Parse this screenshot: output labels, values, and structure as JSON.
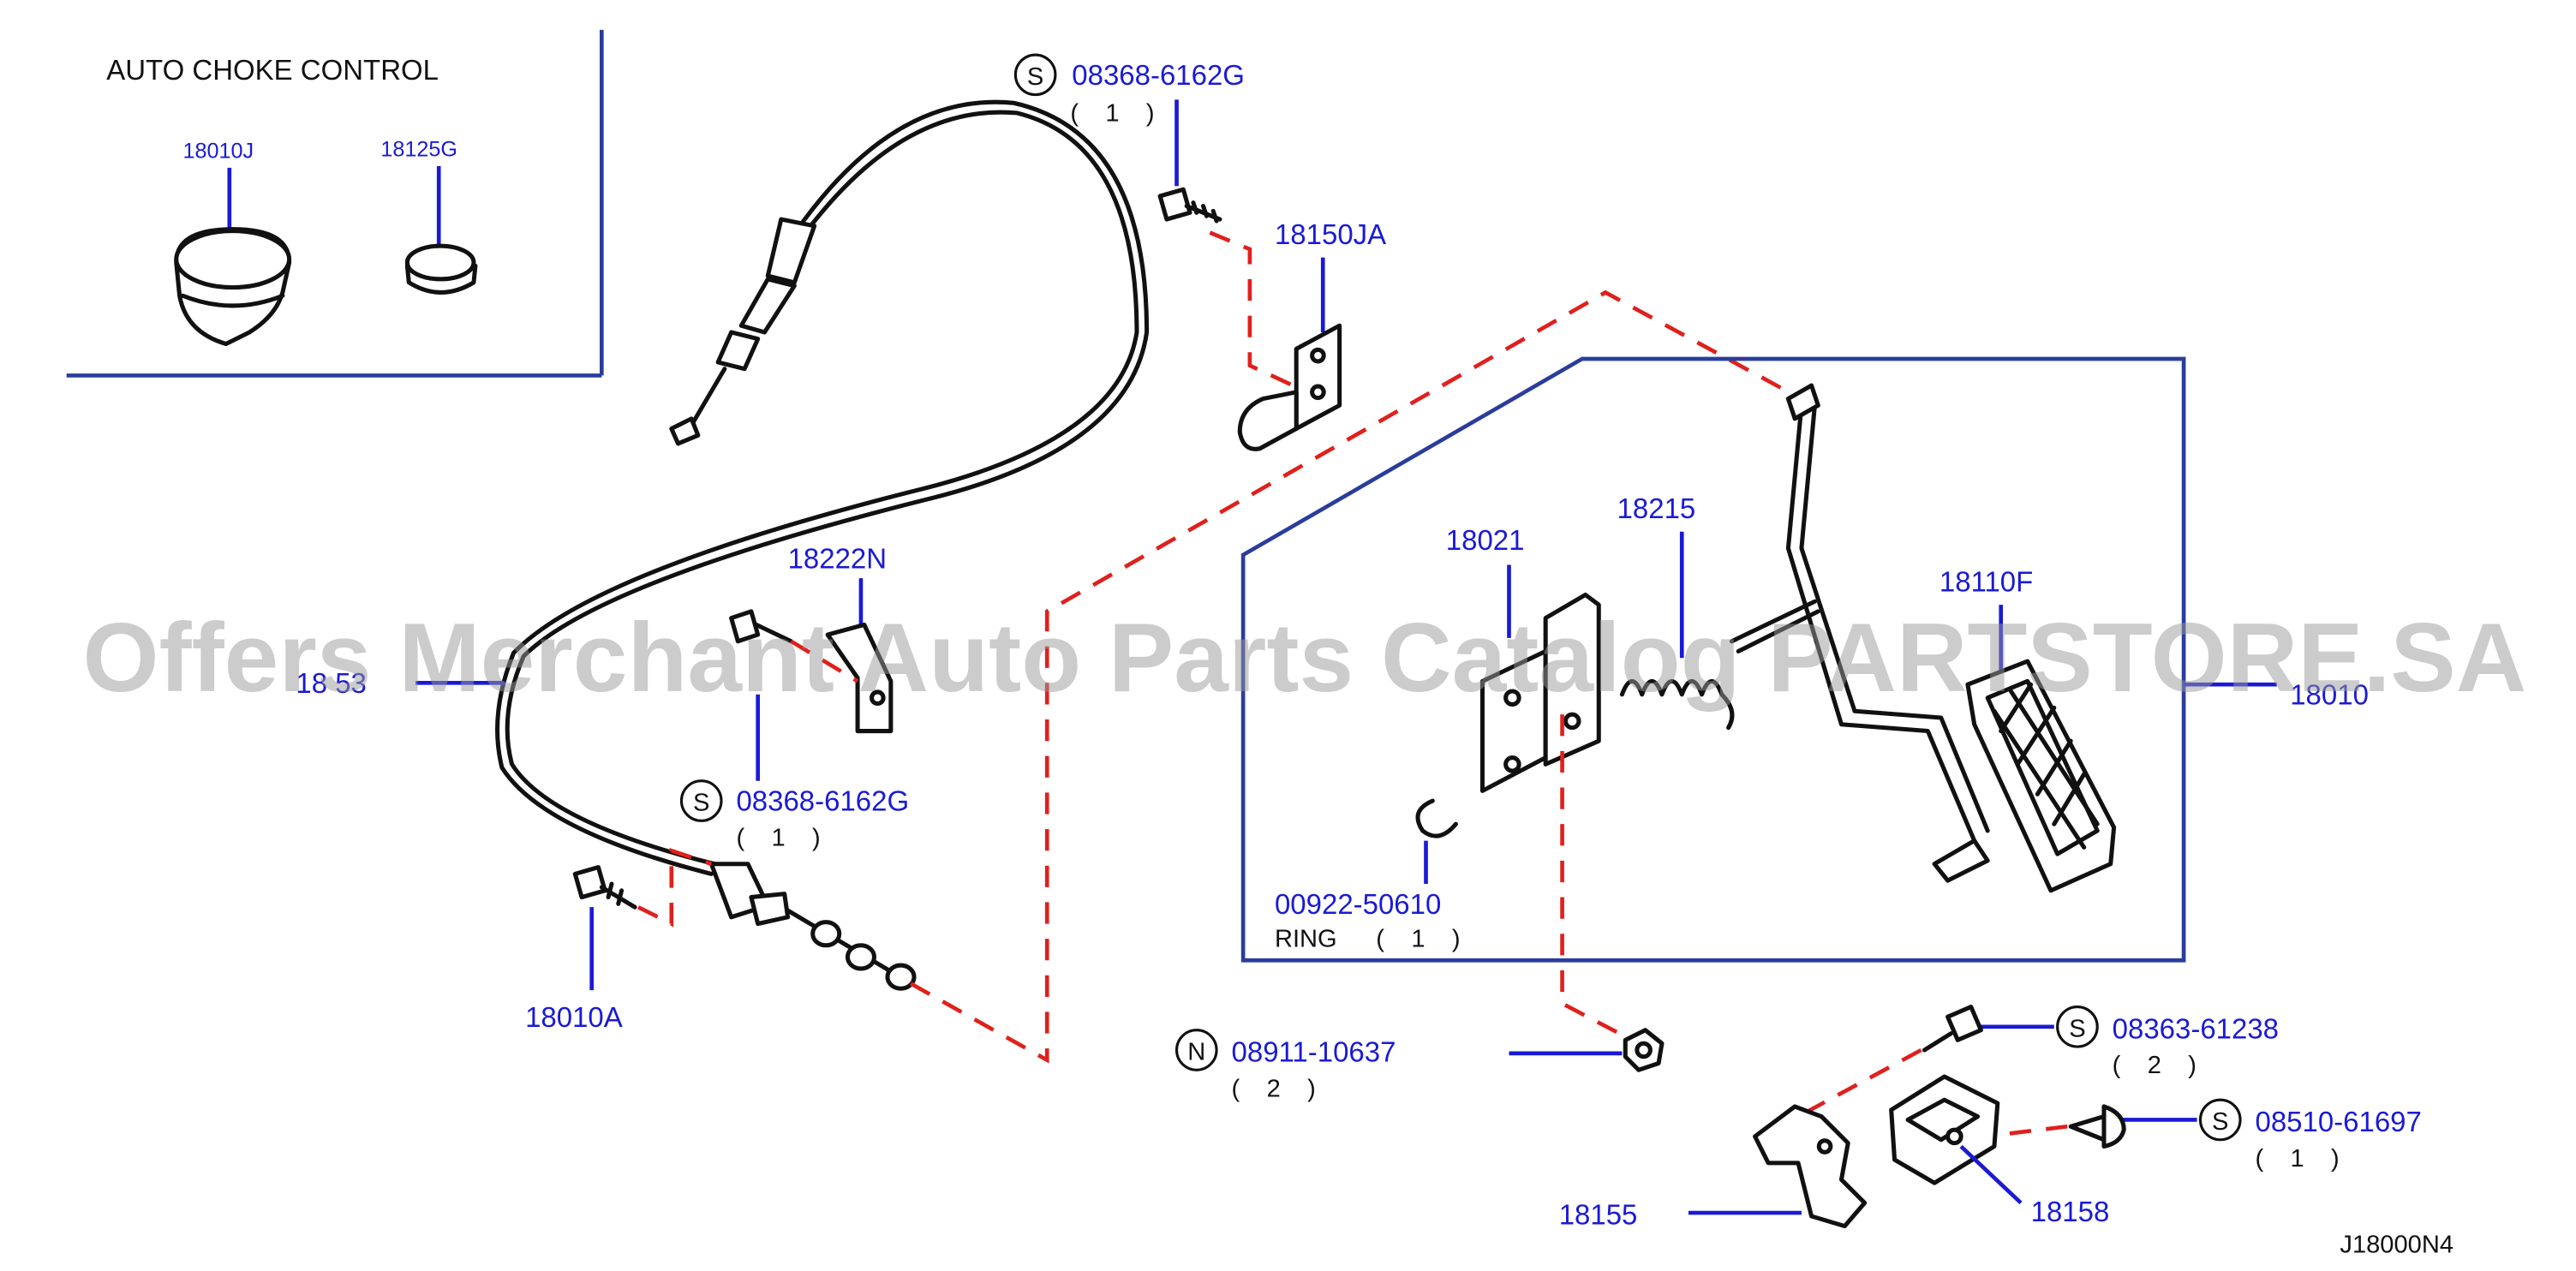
{
  "inset": {
    "title": "AUTO   CHOKE   CONTROL",
    "parts": [
      "18010J",
      "18125G"
    ]
  },
  "callouts": {
    "s_top": {
      "letter": "S",
      "part": "08368-6162G",
      "qty": "( 1 )"
    },
    "p18150JA": "18150JA",
    "p18222N": "18222N",
    "p18150": "18 53",
    "s_mid": {
      "letter": "S",
      "part": "08368-6162G",
      "qty": "( 1 )"
    },
    "p18010A": "18010A",
    "p18021": "18021",
    "p18215": "18215",
    "p18110F": "18110F",
    "p18010": "18010",
    "ring": {
      "part": "00922-50610",
      "name": "RING",
      "qty": "( 1 )"
    },
    "nut": {
      "letter": "N",
      "part": "08911-10637",
      "qty": "( 2 )"
    },
    "s_right1": {
      "letter": "S",
      "part": "08363-61238",
      "qty": "( 2 )"
    },
    "s_right2": {
      "letter": "S",
      "part": "08510-61697",
      "qty": "( 1 )"
    },
    "p18155": "18155",
    "p18158": "18158"
  },
  "diagram_code": "J18000N4",
  "watermark": "Offers Merchant Auto Parts Catalog PARTSTORE.SA",
  "colors": {
    "part_number": "#1a1ad6",
    "leader": "#1a1ad6",
    "dashed_link": "#e0201c",
    "frame": "#2a3d9c",
    "text": "#111111",
    "watermark": "#9a9a9a"
  }
}
